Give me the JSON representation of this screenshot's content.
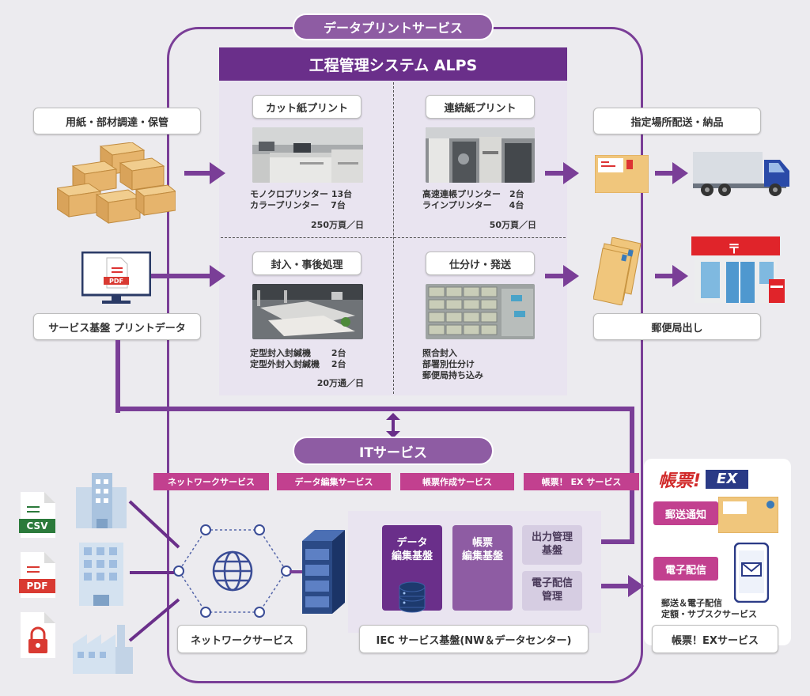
{
  "title_pill": "データプリントサービス",
  "alps_title": "工程管理システム ALPS",
  "left": {
    "paper": "用紙・部材調達・保管",
    "print_data": "サービス基盤 プリントデータ",
    "pdf_label": "PDF"
  },
  "quadrants": [
    {
      "title": "カット紙プリント",
      "spec": "モノクロプリンター 13台\nカラープリンター　 7台",
      "speed": "250万頁／日"
    },
    {
      "title": "連続紙プリント",
      "spec": "高速連帳プリンター　2台\nラインプリンター　　4台",
      "speed": "50万頁／日"
    },
    {
      "title": "封入・事後処理",
      "spec": "定型封入封緘機　　 2台\n定型外封入封緘機　 2台",
      "speed": "20万通／日"
    },
    {
      "title": "仕分け・発送",
      "spec": "照合封入\n部署別仕分け\n郵便局持ち込み",
      "speed": ""
    }
  ],
  "right": {
    "delivery": "指定場所配送・納品",
    "post": "郵便局出し",
    "post_sign": "〒"
  },
  "it": {
    "pill": "ITサービス",
    "tags": [
      "ネットワークサービス",
      "データ編集サービス",
      "帳票作成サービス",
      "帳票！ EX サービス"
    ],
    "network_label": "ネットワークサービス",
    "iec_label": "IEC サービス基盤(NW＆データセンター)",
    "boxes": [
      "データ\n編集基盤",
      "帳票\n編集基盤",
      "出力管理\n基盤",
      "電子配信\n管理"
    ]
  },
  "files": [
    "CSV",
    "PDF",
    ""
  ],
  "ex": {
    "logo_text": "帳票!",
    "logo_suffix": "EX",
    "mail_notice": "郵送通知",
    "e_delivery": "電子配信",
    "note": "郵送＆電子配信\n定額・サブスクサービス",
    "label": "帳票！EXサービス"
  },
  "colors": {
    "purple_dark": "#6a2f8a",
    "purple_mid": "#8e5ca3",
    "magenta": "#c2408f",
    "lavender": "#e9e4f0"
  }
}
